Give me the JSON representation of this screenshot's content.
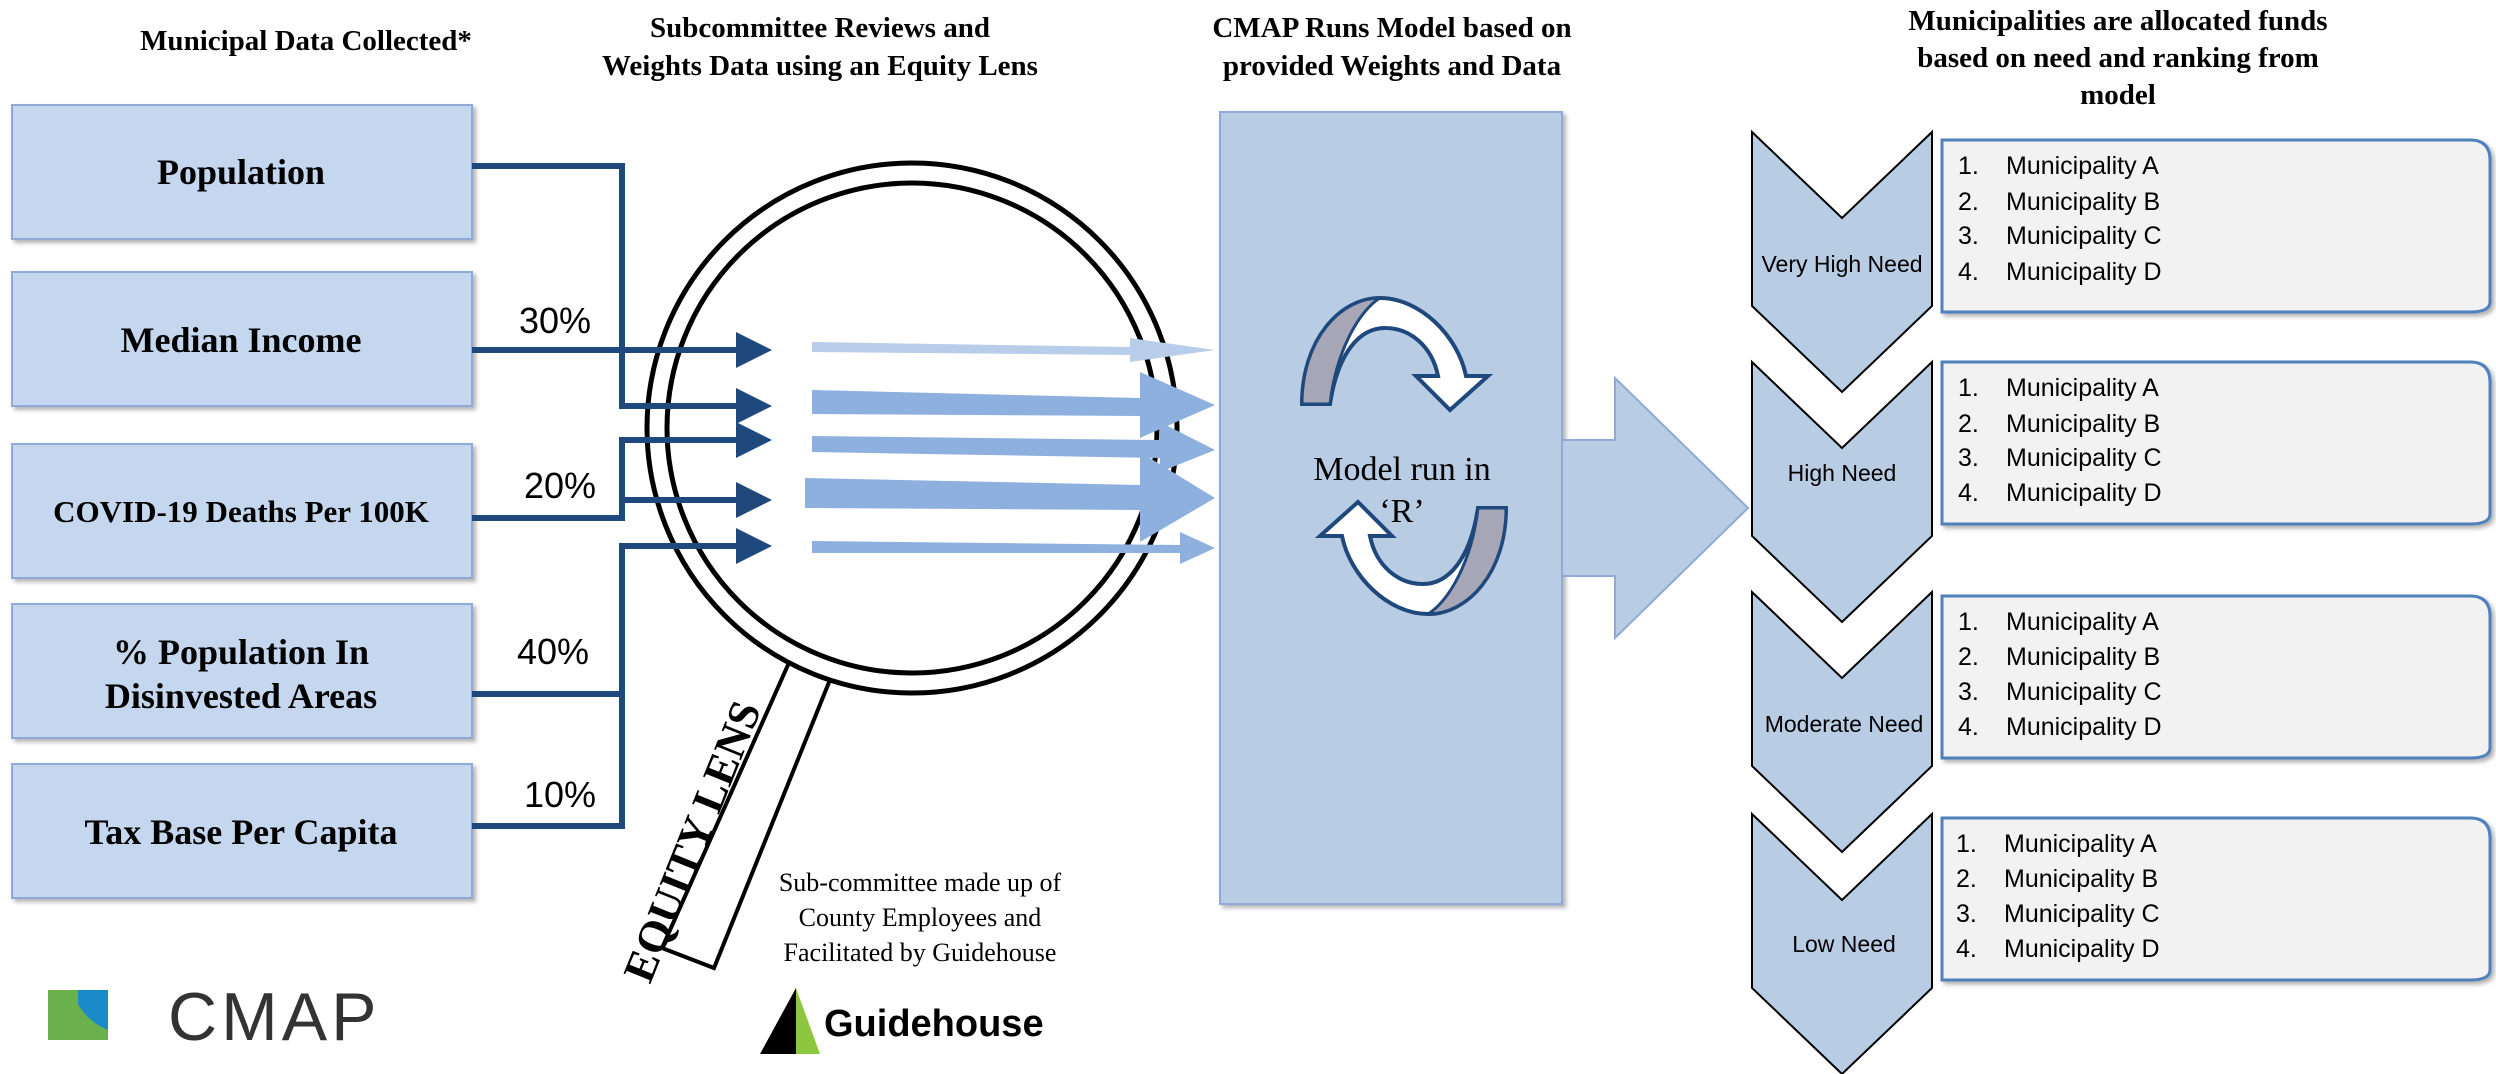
{
  "headers": {
    "col1": "Municipal Data Collected*",
    "col2_line1": "Subcommittee Reviews and",
    "col2_line2": "Weights Data using an Equity Lens",
    "col3_line1": "CMAP Runs Model based on",
    "col3_line2": "provided Weights and Data",
    "col4_line1": "Municipalities are allocated funds",
    "col4_line2": "based on need and ranking from",
    "col4_line3": "model"
  },
  "data_boxes": {
    "population": "Population",
    "median_income": "Median Income",
    "covid": "COVID-19 Deaths Per 100K",
    "disinvested_line1": "% Population In",
    "disinvested_line2": "Disinvested Areas",
    "tax_base": "Tax Base Per Capita"
  },
  "weights": {
    "median_income": "30%",
    "covid": "20%",
    "disinvested": "40%",
    "tax_base": "10%"
  },
  "lens": {
    "handle_label": "EQUITY LENS",
    "note_line1": "Sub-committee made up of",
    "note_line2": "County Employees and",
    "note_line3": "Facilitated by Guidehouse"
  },
  "model": {
    "line1": "Model run in",
    "line2": "‘R’"
  },
  "needs": [
    {
      "label": "Very High Need",
      "items": [
        "1.",
        "2.",
        "3.",
        "4."
      ],
      "names": [
        "Municipality A",
        "Municipality B",
        "Municipality C",
        "Municipality D"
      ]
    },
    {
      "label": "High Need",
      "items": [
        "1.",
        "2.",
        "3.",
        "4."
      ],
      "names": [
        "Municipality A",
        "Municipality B",
        "Municipality C",
        "Municipality D"
      ]
    },
    {
      "label": "Moderate Need",
      "items": [
        "1.",
        "2.",
        "3.",
        "4."
      ],
      "names": [
        "Municipality A",
        "Municipality B",
        "Municipality C",
        "Municipality D"
      ]
    },
    {
      "label": "Low Need",
      "items": [
        "1.",
        "2.",
        "3.",
        "4."
      ],
      "names": [
        "Municipality A",
        "Municipality B",
        "Municipality C",
        "Municipality D"
      ]
    }
  ],
  "logos": {
    "cmap": "CMAP",
    "guidehouse": "Guidehouse"
  },
  "colors": {
    "box_fill": "#c5d7ef",
    "box_stroke": "#8eaad6",
    "connector": "#1f497d",
    "light_arrow": "#b8cde9",
    "mid_arrow": "#8eb0df",
    "model_fill": "#b8cce4",
    "chevron_fill": "#b8cce4",
    "list_fill": "#f2f2f2",
    "list_stroke": "#4f81bd",
    "cmap_green": "#6ab04c",
    "cmap_blue": "#1a8bc9",
    "guidehouse_green": "#8dc63f"
  }
}
